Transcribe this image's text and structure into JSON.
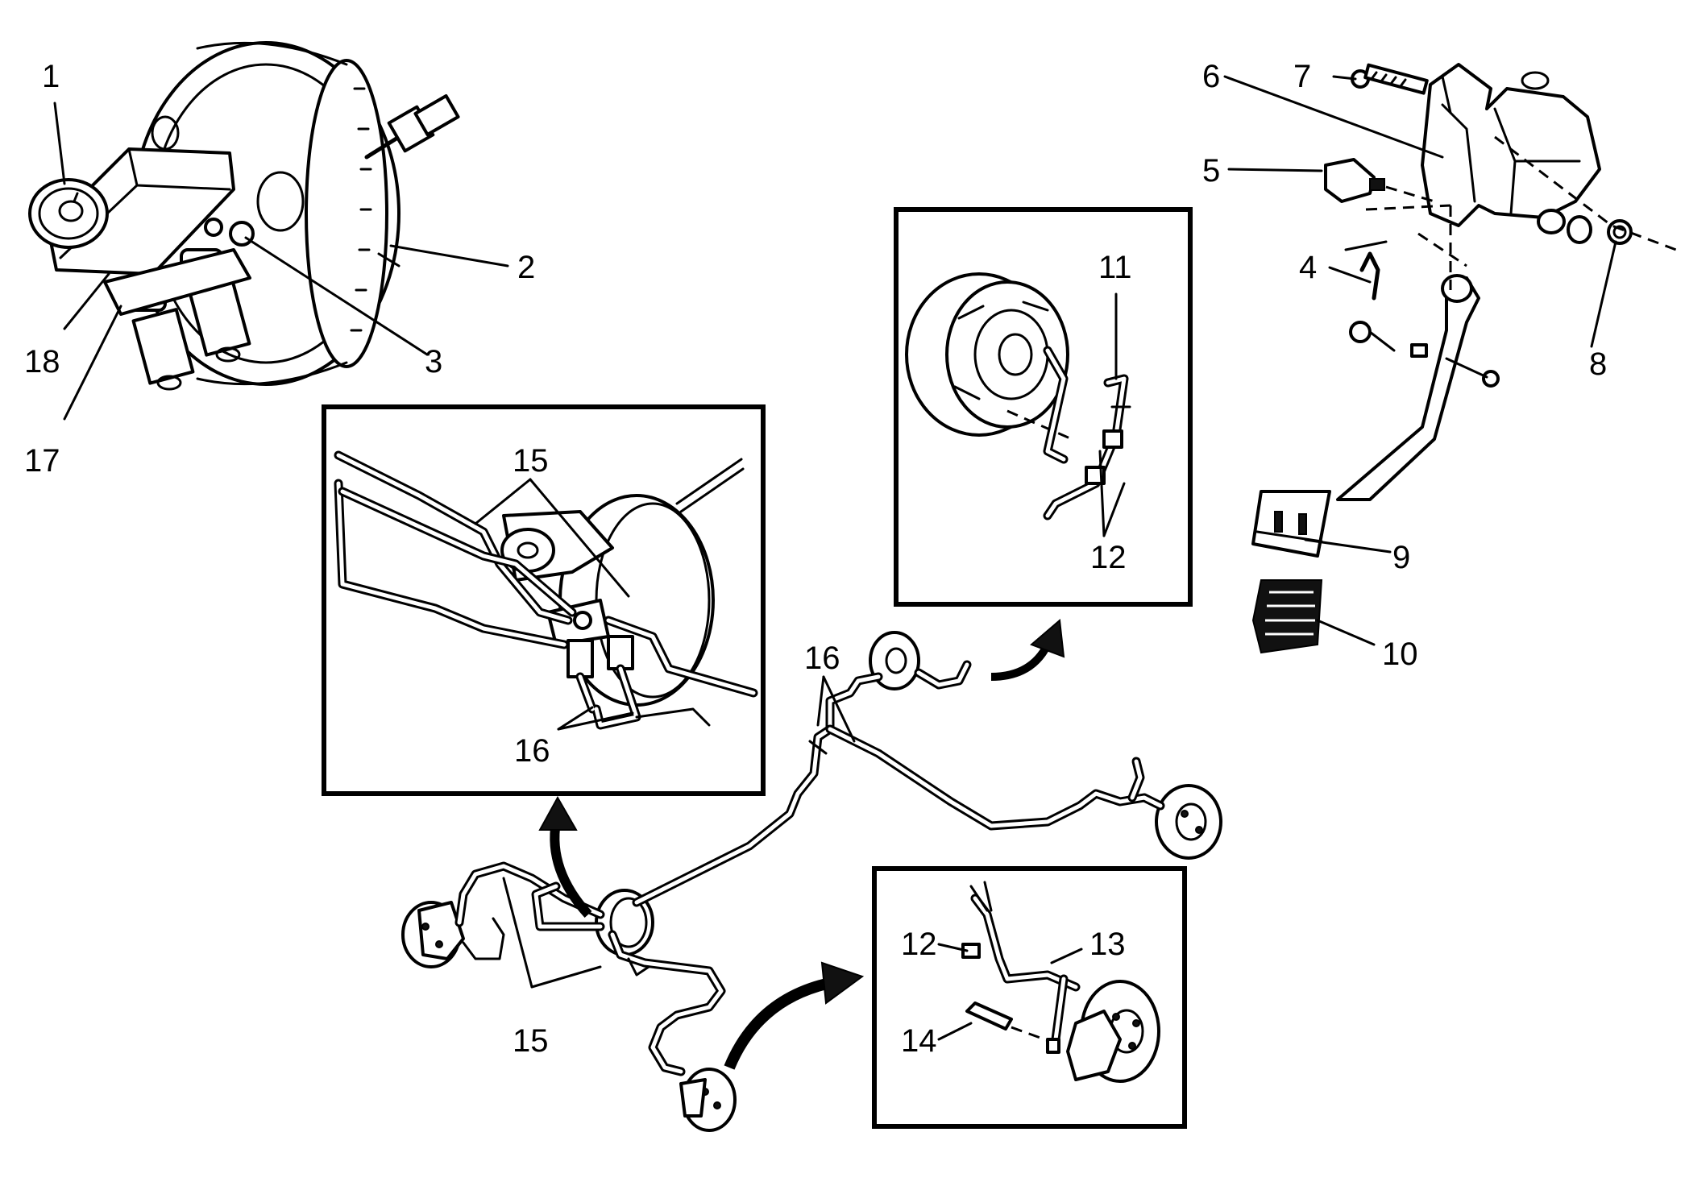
{
  "labels": {
    "l1": "1",
    "l2": "2",
    "l3": "3",
    "l4": "4",
    "l5": "5",
    "l6": "6",
    "l7": "7",
    "l8": "8",
    "l9": "9",
    "l10": "10",
    "l11": "11",
    "l12a": "12",
    "l12b": "12",
    "l13": "13",
    "l14": "14",
    "l15a": "15",
    "l15b": "15",
    "l16a": "16",
    "l16b": "16",
    "l17": "17",
    "l18": "18"
  }
}
